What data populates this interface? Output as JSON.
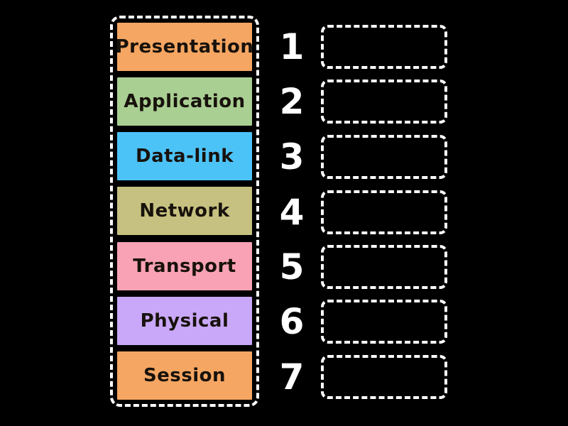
{
  "background_color": "#000000",
  "text_colors": {
    "tile_label": "#18120c",
    "rank_number": "#ffffff"
  },
  "borders": {
    "panel_dash": "#ffffff",
    "slot_dash": "#ffffff",
    "tile_edge": "#000000"
  },
  "source_panel": {
    "tiles": [
      {
        "label": "Presentation",
        "color": "#f5a662"
      },
      {
        "label": "Application",
        "color": "#a9cf92"
      },
      {
        "label": "Data-link",
        "color": "#4cc3f7"
      },
      {
        "label": "Network",
        "color": "#c6c180"
      },
      {
        "label": "Transport",
        "color": "#f9a2b5"
      },
      {
        "label": "Physical",
        "color": "#c9a8f9"
      },
      {
        "label": "Session",
        "color": "#f5a662"
      }
    ]
  },
  "rank_list": {
    "rows": [
      {
        "number": "1"
      },
      {
        "number": "2"
      },
      {
        "number": "3"
      },
      {
        "number": "4"
      },
      {
        "number": "5"
      },
      {
        "number": "6"
      },
      {
        "number": "7"
      }
    ]
  }
}
